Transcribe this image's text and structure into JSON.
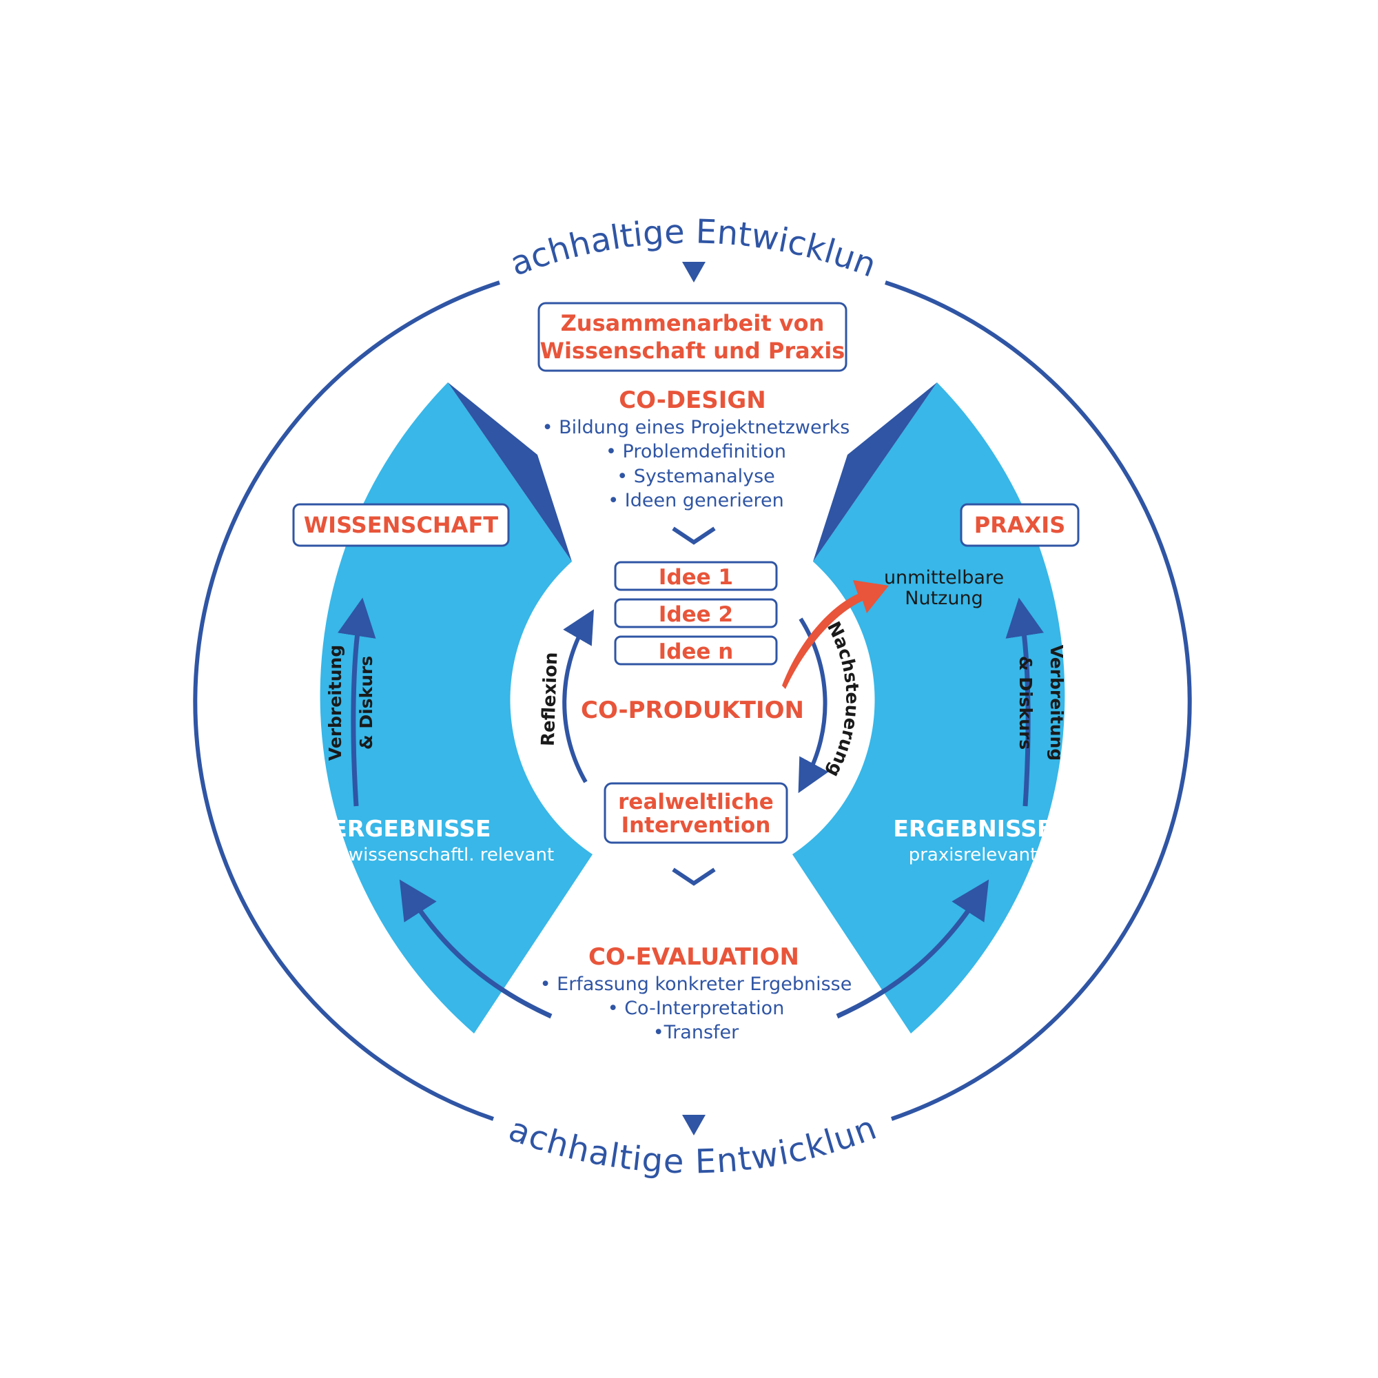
{
  "colors": {
    "ring": "#2f55a4",
    "light_blue": "#38b7e8",
    "dark_blue": "#2f55a4",
    "orange": "#e8553a",
    "white": "#ffffff"
  },
  "ring": {
    "top_label": "Nachhaltige Entwicklung",
    "bottom_label": "Nachhaltige Entwicklung"
  },
  "top_box": {
    "line1": "Zusammenarbeit von",
    "line2": "Wissenschaft und Praxis"
  },
  "co_design": {
    "title": "CO-DESIGN",
    "items": [
      "Bildung eines Projektnetzwerks",
      "Problemdefinition",
      "Systemanalyse",
      "Ideen generieren"
    ]
  },
  "ideas": [
    "Idee 1",
    "Idee 2",
    "Idee n"
  ],
  "co_produktion": {
    "title": "CO-PRODUKTION",
    "left_arrow_label": "Reflexion",
    "right_arrow_label": "Nachsteuerung"
  },
  "direct_use": {
    "line1": "unmittelbare",
    "line2": "Nutzung"
  },
  "intervention": {
    "line1": "realweltliche",
    "line2": "Intervention"
  },
  "co_evaluation": {
    "title": "CO-EVALUATION",
    "items": [
      "Erfassung konkreter Ergebnisse",
      "Co-Interpretation",
      "Transfer"
    ]
  },
  "left_panel": {
    "label": "WISSENSCHAFT",
    "arrow_line1": "Verbreitung",
    "arrow_line2": "& Diskurs",
    "results_title": "ERGEBNISSE",
    "results_sub": "wissenschaftl. relevant"
  },
  "right_panel": {
    "label": "PRAXIS",
    "arrow_line1": "Verbreitung",
    "arrow_line2": "& Diskurs",
    "results_title": "ERGEBNISSE",
    "results_sub": "praxisrelevant"
  },
  "icons": {
    "bullet": "•",
    "chevron": "chevron-down-icon",
    "triangle": "triangle-down-icon"
  }
}
